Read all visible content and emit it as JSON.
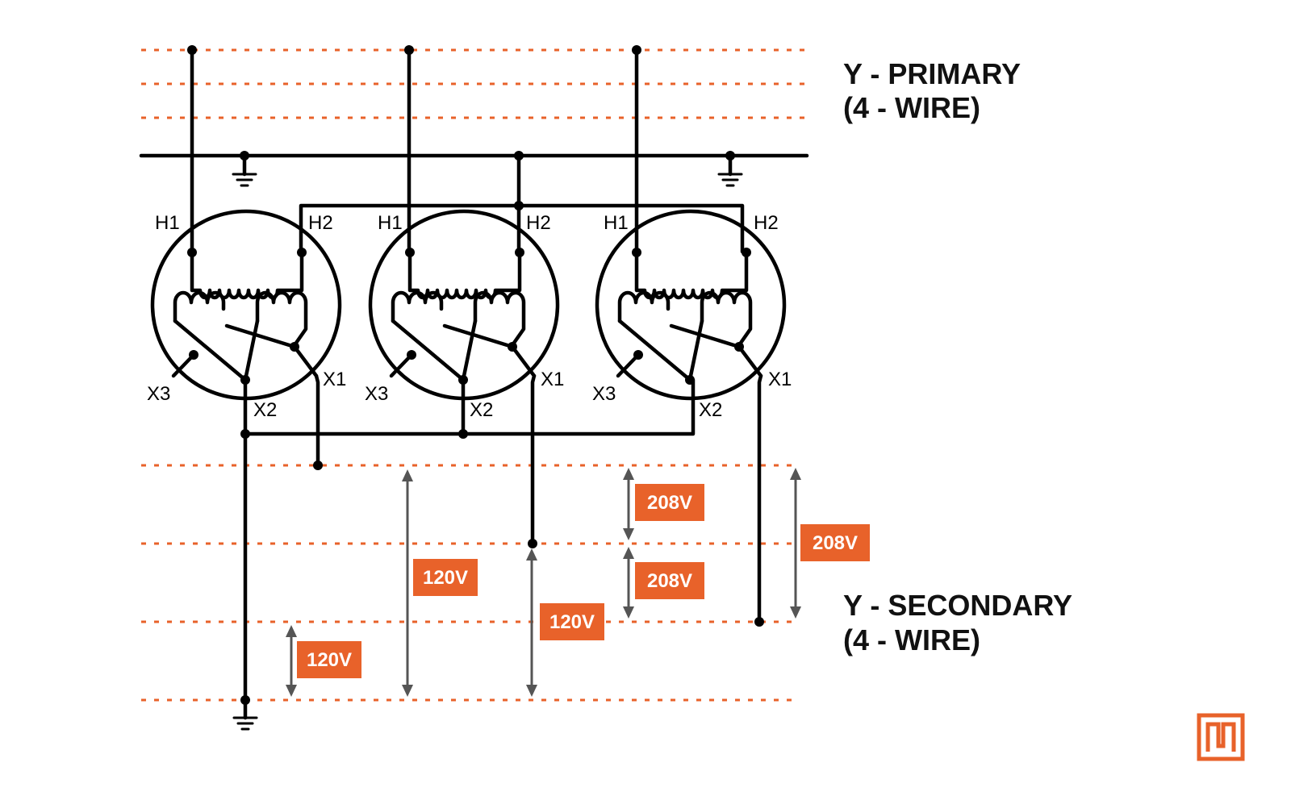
{
  "primary": {
    "title_line1": "Y - PRIMARY",
    "title_line2": "(4 - WIRE)"
  },
  "secondary": {
    "title_line1": "Y - SECONDARY",
    "title_line2": "(4 - WIRE)"
  },
  "terminals": {
    "h1": "H1",
    "h2": "H2",
    "x1": "X1",
    "x2": "X2",
    "x3": "X3"
  },
  "voltages": {
    "phase_to_phase_12": "208V",
    "phase_to_phase_23": "208V",
    "phase_to_phase_13": "208V",
    "phase1_to_neutral": "120V",
    "phase2_to_neutral": "120V",
    "phase3_to_neutral": "120V"
  },
  "colors": {
    "accent": "#e8622a",
    "wire": "#000000",
    "arrow": "#555555"
  },
  "logo": {
    "icon": "brand-logo-icon"
  }
}
